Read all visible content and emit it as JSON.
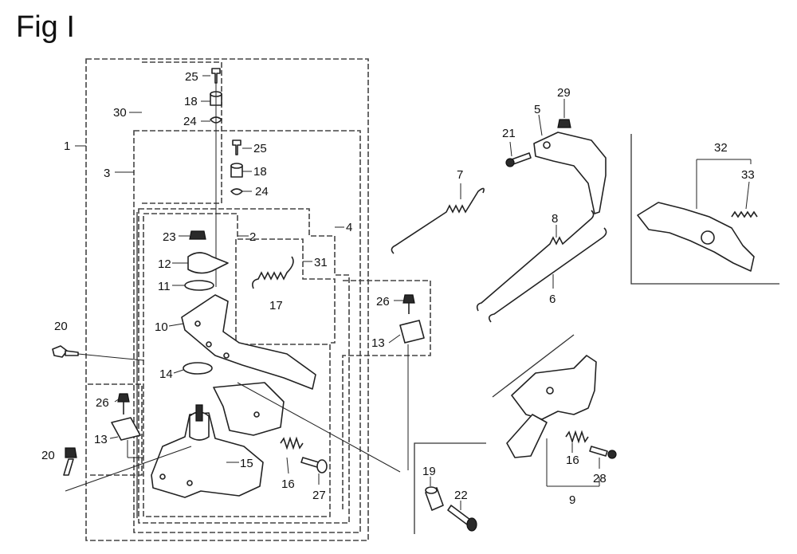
{
  "figure": {
    "title": "Fig I"
  },
  "callouts": [
    {
      "id": "c1",
      "text": "1"
    },
    {
      "id": "c2",
      "text": "2"
    },
    {
      "id": "c3",
      "text": "3"
    },
    {
      "id": "c4",
      "text": "4"
    },
    {
      "id": "c5",
      "text": "5"
    },
    {
      "id": "c6",
      "text": "6"
    },
    {
      "id": "c7",
      "text": "7"
    },
    {
      "id": "c8",
      "text": "8"
    },
    {
      "id": "c9",
      "text": "9"
    },
    {
      "id": "c10",
      "text": "10"
    },
    {
      "id": "c11",
      "text": "11"
    },
    {
      "id": "c12",
      "text": "12"
    },
    {
      "id": "c13a",
      "text": "13"
    },
    {
      "id": "c13b",
      "text": "13"
    },
    {
      "id": "c14",
      "text": "14"
    },
    {
      "id": "c15",
      "text": "15"
    },
    {
      "id": "c16a",
      "text": "16"
    },
    {
      "id": "c16b",
      "text": "16"
    },
    {
      "id": "c17",
      "text": "17"
    },
    {
      "id": "c18a",
      "text": "18"
    },
    {
      "id": "c18b",
      "text": "18"
    },
    {
      "id": "c19",
      "text": "19"
    },
    {
      "id": "c20a",
      "text": "20"
    },
    {
      "id": "c20b",
      "text": "20"
    },
    {
      "id": "c21",
      "text": "21"
    },
    {
      "id": "c22",
      "text": "22"
    },
    {
      "id": "c23",
      "text": "23"
    },
    {
      "id": "c24a",
      "text": "24"
    },
    {
      "id": "c24b",
      "text": "24"
    },
    {
      "id": "c25a",
      "text": "25"
    },
    {
      "id": "c25b",
      "text": "25"
    },
    {
      "id": "c26a",
      "text": "26"
    },
    {
      "id": "c26b",
      "text": "26"
    },
    {
      "id": "c27",
      "text": "27"
    },
    {
      "id": "c28",
      "text": "28"
    },
    {
      "id": "c29",
      "text": "29"
    },
    {
      "id": "c30",
      "text": "30"
    },
    {
      "id": "c31",
      "text": "31"
    },
    {
      "id": "c32",
      "text": "32"
    },
    {
      "id": "c33",
      "text": "33"
    }
  ]
}
